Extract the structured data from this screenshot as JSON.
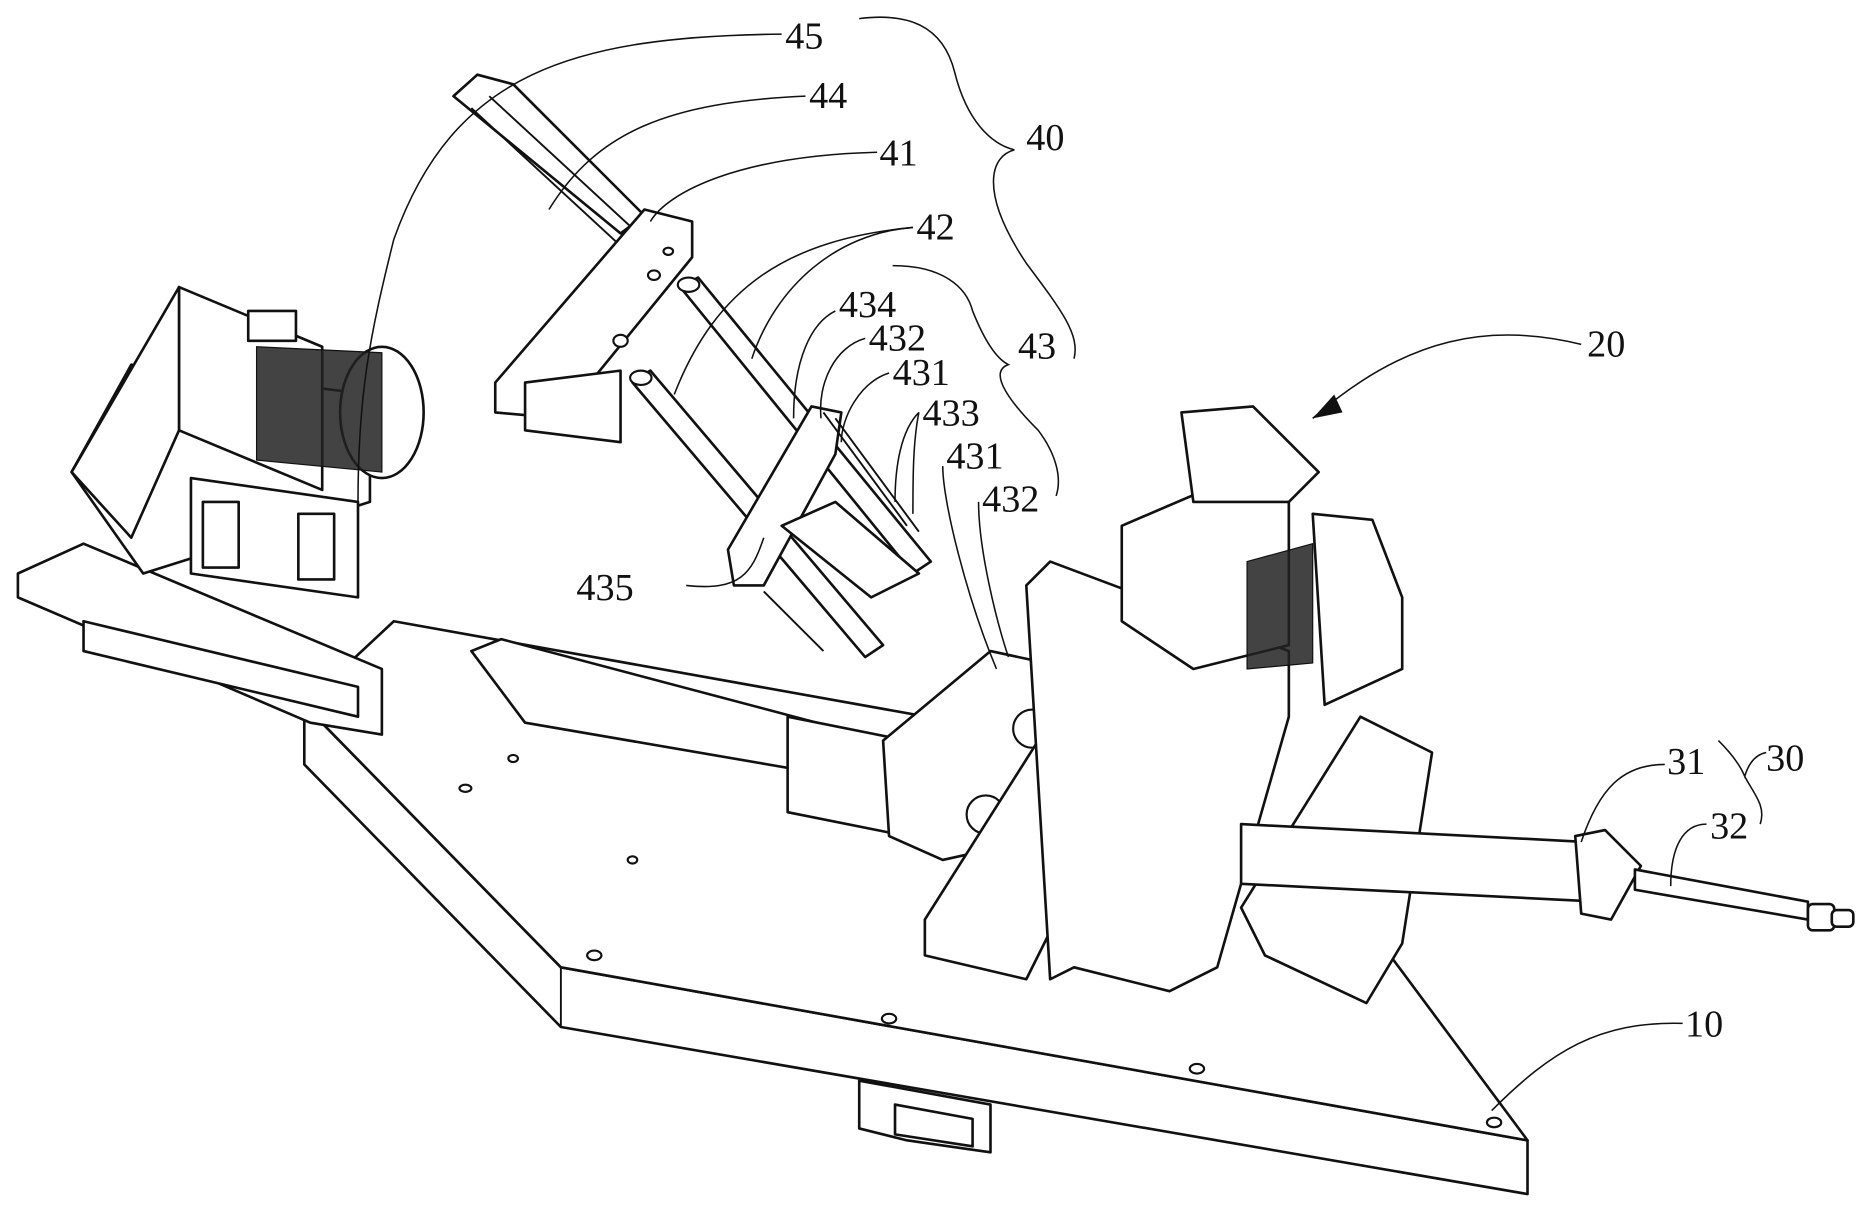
{
  "figure": {
    "labels": {
      "l45": "45",
      "l44": "44",
      "l41": "41",
      "l42": "42",
      "l40": "40",
      "l434": "434",
      "l432a": "432",
      "l431a": "431",
      "l433": "433",
      "l431b": "431",
      "l432b": "432",
      "l43": "43",
      "l435": "435",
      "l20": "20",
      "l31": "31",
      "l30": "30",
      "l32": "32",
      "l10": "10"
    }
  }
}
